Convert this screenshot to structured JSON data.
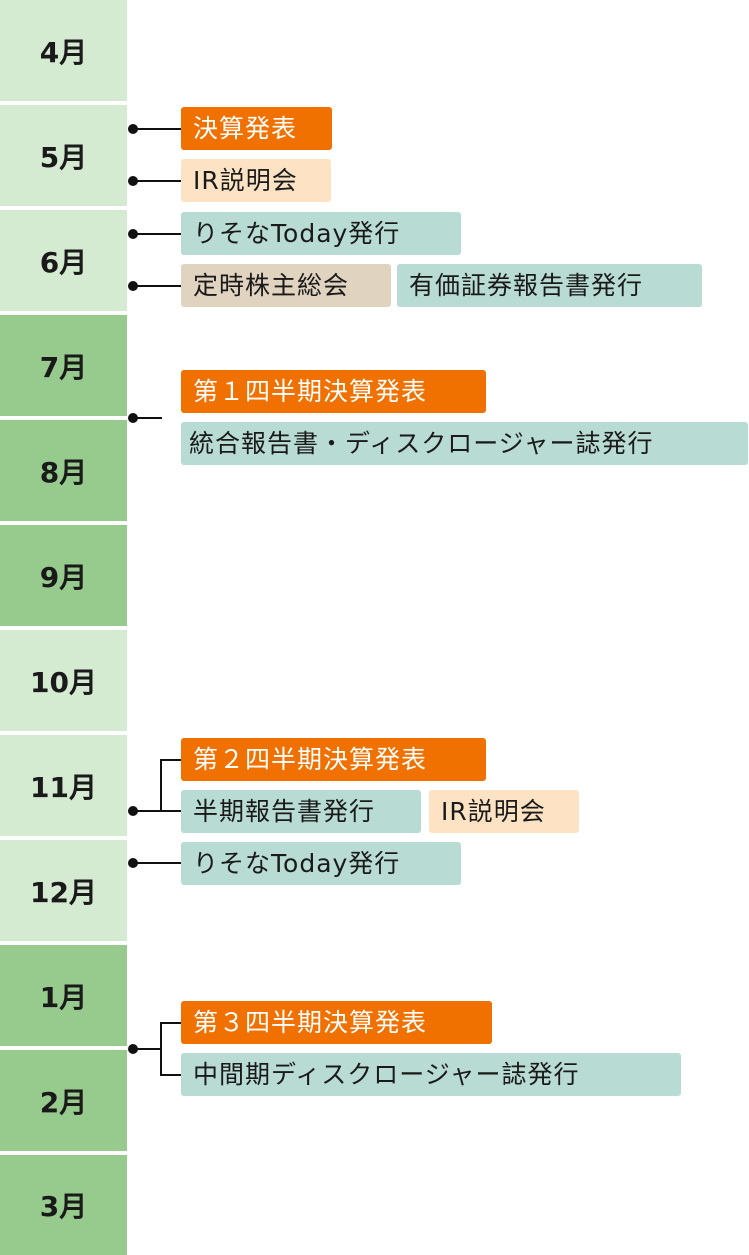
{
  "months": [
    "4月",
    "5月",
    "6月",
    "7月",
    "8月",
    "9月",
    "10月",
    "11月",
    "12月",
    "1月",
    "2月",
    "3月"
  ],
  "events": {
    "may_results": "決算発表",
    "may_ir": "IR説明会",
    "jun_today": "りそなToday発行",
    "jun_agm": "定時株主総会",
    "jun_securities": "有価証券報告書発行",
    "q1_results": "第１四半期決算発表",
    "integrated_report": "統合報告書・ディスクロージャー誌発行",
    "q2_results": "第２四半期決算発表",
    "half_report": "半期報告書発行",
    "nov_ir": "IR説明会",
    "dec_today": "りそなToday発行",
    "q3_results": "第３四半期決算発表",
    "interim_disclosure": "中間期ディスクロージャー誌発行"
  },
  "colors": {
    "light_month": "#d5ebd1",
    "dark_month": "#96cb8d",
    "results": "#f07000",
    "ir": "#fde3c4",
    "publication": "#b8dbd3",
    "meeting": "#e0d3c0"
  }
}
